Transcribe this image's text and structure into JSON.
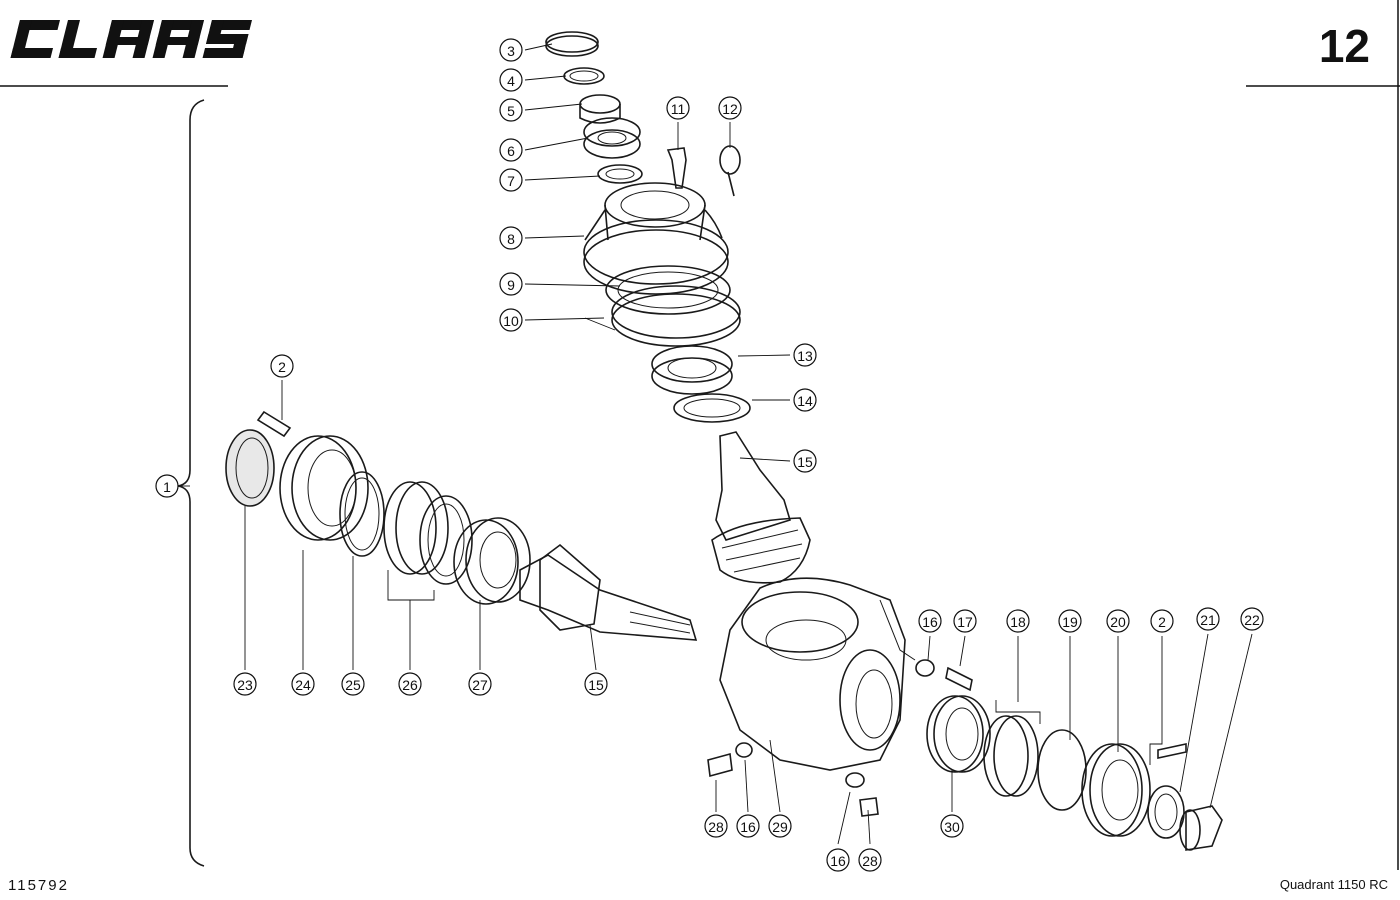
{
  "header": {
    "brand_logo_text": "CLAAS",
    "page_number": "12"
  },
  "footer": {
    "drawing_number": "115792",
    "model": "Quadrant 1150 RC"
  },
  "callouts": [
    {
      "num": "1"
    },
    {
      "num": "2"
    },
    {
      "num": "3"
    },
    {
      "num": "4"
    },
    {
      "num": "5"
    },
    {
      "num": "6"
    },
    {
      "num": "7"
    },
    {
      "num": "8"
    },
    {
      "num": "9"
    },
    {
      "num": "10"
    },
    {
      "num": "11"
    },
    {
      "num": "12"
    },
    {
      "num": "13"
    },
    {
      "num": "14"
    },
    {
      "num": "15"
    },
    {
      "num": "15"
    },
    {
      "num": "16"
    },
    {
      "num": "17"
    },
    {
      "num": "18"
    },
    {
      "num": "19"
    },
    {
      "num": "20"
    },
    {
      "num": "2"
    },
    {
      "num": "21"
    },
    {
      "num": "22"
    },
    {
      "num": "23"
    },
    {
      "num": "24"
    },
    {
      "num": "25"
    },
    {
      "num": "26"
    },
    {
      "num": "27"
    },
    {
      "num": "28"
    },
    {
      "num": "16"
    },
    {
      "num": "29"
    },
    {
      "num": "16"
    },
    {
      "num": "28"
    },
    {
      "num": "30"
    }
  ]
}
